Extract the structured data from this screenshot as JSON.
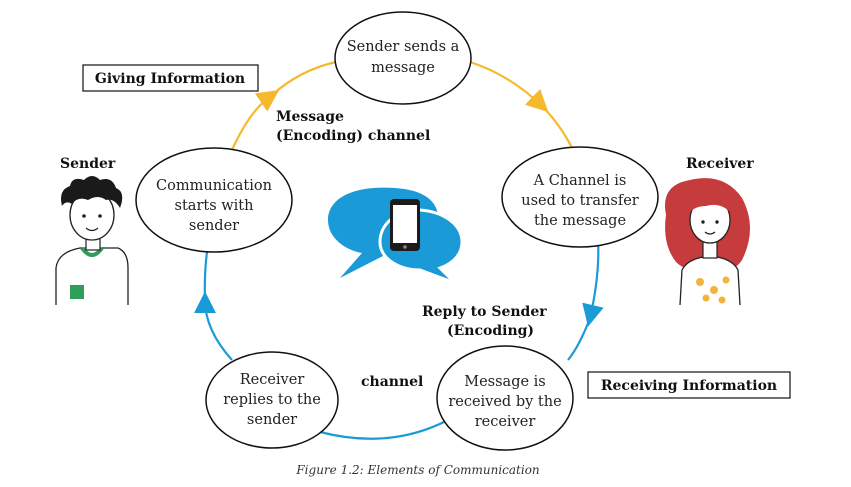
{
  "nodes": {
    "top": [
      "Sender sends a",
      "message"
    ],
    "right": [
      "A Channel is",
      "used to transfer",
      "the message"
    ],
    "bottom_right": [
      "Message is",
      "received by the",
      "receiver"
    ],
    "bottom_left": [
      "Receiver",
      "replies to the",
      "sender"
    ],
    "left": [
      "Communication",
      "starts with",
      "sender"
    ]
  },
  "labels": {
    "sender": "Sender",
    "receiver": "Receiver",
    "giving_information": "Giving Information",
    "receiving_information": "Receiving Information",
    "message_channel": [
      "Message",
      "(Encoding) channel"
    ],
    "reply_to_sender": [
      "Reply to Sender",
      "(Encoding)"
    ],
    "channel": "channel"
  },
  "caption": "Figure 1.2: Elements of Communication",
  "colors": {
    "yellow_path": "#f6b92b",
    "blue_path": "#1a9ad6",
    "bubble_blue": "#1a9ad6",
    "phone": "#1b1b1b"
  }
}
